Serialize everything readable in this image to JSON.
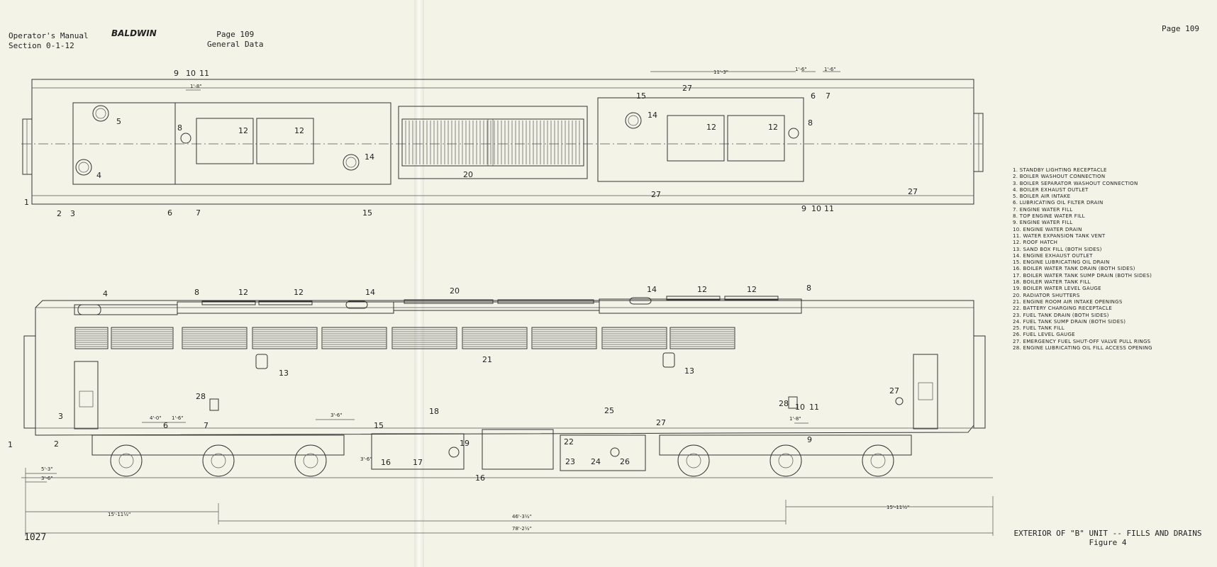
{
  "header": {
    "manual_line1": "Operator's Manual",
    "manual_line2": "Section 0-1-12",
    "brand": "BALDWIN",
    "page_left": "Page 109",
    "general_data": "General Data",
    "page_right": "Page 109"
  },
  "footer": {
    "code": "1027",
    "caption_line1": "EXTERIOR OF \"B\" UNIT -- FILLS AND DRAINS",
    "caption_line2": "Figure 4"
  },
  "legend": [
    "1. STANDBY LIGHTING RECEPTACLE",
    "2. BOILER WASHOUT CONNECTION",
    "3. BOILER SEPARATOR WASHOUT CONNECTION",
    "4. BOILER EXHAUST OUTLET",
    "5. BOILER AIR INTAKE",
    "6. LUBRICATING OIL FILTER DRAIN",
    "7. ENGINE WATER FILL",
    "8. TOP ENGINE WATER FILL",
    "9. ENGINE WATER FILL",
    "10. ENGINE WATER DRAIN",
    "11. WATER EXPANSION TANK VENT",
    "12. ROOF HATCH",
    "13. SAND BOX FILL (BOTH SIDES)",
    "14. ENGINE EXHAUST OUTLET",
    "15. ENGINE LUBRICATING OIL DRAIN",
    "16. BOILER WATER TANK DRAIN (BOTH SIDES)",
    "17. BOILER WATER TANK SUMP DRAIN (BOTH SIDES)",
    "18. BOILER WATER TANK FILL",
    "19. BOILER WATER LEVEL GAUGE",
    "20. RADIATOR SHUTTERS",
    "21. ENGINE ROOM AIR INTAKE OPENINGS",
    "22. BATTERY CHARGING RECEPTACLE",
    "23. FUEL TANK DRAIN (BOTH SIDES)",
    "24. FUEL TANK SUMP DRAIN (BOTH SIDES)",
    "25. FUEL TANK FILL",
    "26. FUEL LEVEL GAUGE",
    "27. EMERGENCY FUEL SHUT-OFF VALVE PULL RINGS",
    "28. ENGINE LUBRICATING OIL FILL ACCESS OPENING"
  ],
  "dimensions": {
    "top_1": "1'-8\"",
    "top_2": "11'-3\"",
    "top_3": "1'-6\"",
    "top_4": "1'-6\"",
    "side_a": "4'-0\"",
    "side_b": "1'-6\"",
    "side_c": "3'-6\"",
    "side_d": "1'-8\"",
    "side_e": "3'-6\"",
    "end_a": "5'-3\"",
    "end_b": "3'-6\"",
    "truck_left": "15'-11½\"",
    "truck_right": "15'-11½\"",
    "centers": "46'-3½\"",
    "overall": "78'-2½\""
  },
  "callouts": {
    "c1": "1",
    "c2": "2",
    "c3": "3",
    "c4": "4",
    "c5": "5",
    "c6": "6",
    "c7": "7",
    "c8": "8",
    "c9": "9",
    "c10": "10",
    "c11": "11",
    "c12": "12",
    "c13": "13",
    "c14": "14",
    "c15": "15",
    "c16": "16",
    "c17": "17",
    "c18": "18",
    "c19": "19",
    "c20": "20",
    "c21": "21",
    "c22": "22",
    "c23": "23",
    "c24": "24",
    "c25": "25",
    "c26": "26",
    "c27": "27",
    "c28": "28"
  }
}
